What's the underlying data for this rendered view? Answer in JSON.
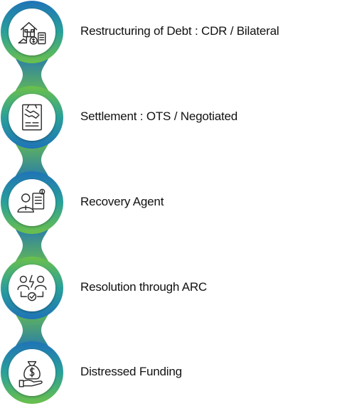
{
  "colors": {
    "blue": "#1f73b7",
    "green": "#6cc04a",
    "icon_stroke": "#2b2b2b",
    "node_fill": "#ffffff"
  },
  "steps": [
    {
      "label": "Restructuring of Debt : CDR / Bilateral",
      "icon": "property-finance-icon"
    },
    {
      "label": "Settlement : OTS / Negotiated",
      "icon": "handshake-document-icon"
    },
    {
      "label": "Recovery Agent",
      "icon": "agent-checklist-icon"
    },
    {
      "label": "Resolution through ARC",
      "icon": "people-exchange-icon"
    },
    {
      "label": "Distressed Funding",
      "icon": "money-bag-hand-icon"
    }
  ]
}
